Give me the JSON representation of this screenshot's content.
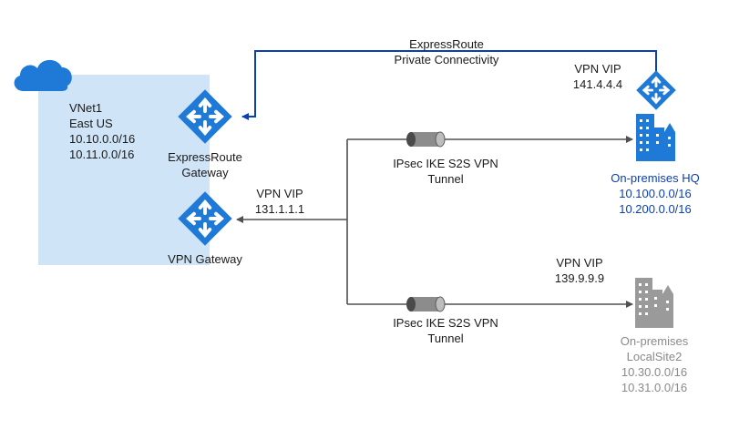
{
  "colors": {
    "azure_blue": "#1e7ad6",
    "vnet_fill": "#cfe4f6",
    "expressroute_line": "#0a3fb8",
    "vpn_line": "#505050",
    "hq_text": "#0a3fb8",
    "localsite_gray": "#9a9a9a"
  },
  "icons": {
    "cloud": "cloud-icon",
    "expressroute_gateway": "router-icon",
    "vpn_gateway": "router-icon",
    "hq_vip": "router-icon",
    "hq_building": "building-icon",
    "localsite_building": "building-icon",
    "tunnel": "tunnel-pipe-icon"
  },
  "vnet": {
    "name": "VNet1",
    "region": "East US",
    "prefixes": [
      "10.10.0.0/16",
      "10.11.0.0/16"
    ]
  },
  "expressroute_gateway": {
    "label_line1": "ExpressRoute",
    "label_line2": "Gateway"
  },
  "vpn_gateway": {
    "label": "VPN Gateway",
    "vip_label": "VPN VIP",
    "vip": "131.1.1.1"
  },
  "expressroute_link": {
    "label_line1": "ExpressRoute",
    "label_line2": "Private Connectivity"
  },
  "hq": {
    "vip_label": "VPN VIP",
    "vip": "141.4.4.4",
    "name": "On-premises HQ",
    "prefixes": [
      "10.100.0.0/16",
      "10.200.0.0/16"
    ]
  },
  "tunnel_hq": {
    "label_line1": "IPsec IKE S2S VPN",
    "label_line2": "Tunnel"
  },
  "tunnel_localsite": {
    "label_line1": "IPsec IKE S2S VPN",
    "label_line2": "Tunnel"
  },
  "localsite": {
    "vip_label": "VPN VIP",
    "vip": "139.9.9.9",
    "name_line1": "On-premises",
    "name_line2": "LocalSite2",
    "prefixes": [
      "10.30.0.0/16",
      "10.31.0.0/16"
    ]
  }
}
